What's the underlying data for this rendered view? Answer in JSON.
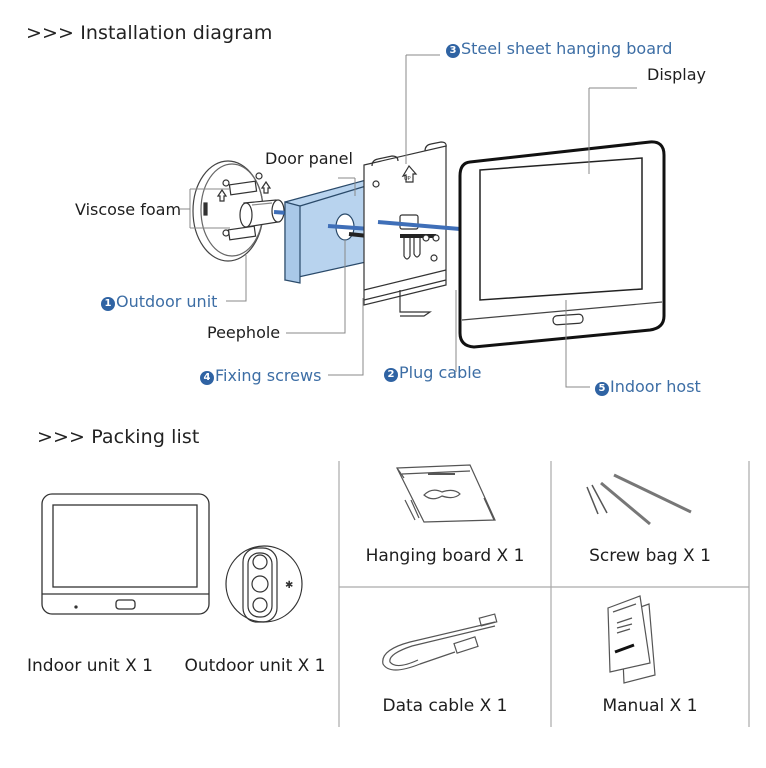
{
  "installation": {
    "title": ">>> Installation diagram",
    "labels": {
      "steel_board": {
        "num": "3",
        "text": "Steel sheet hanging board"
      },
      "display": "Display",
      "door_panel": "Door panel",
      "viscose_foam": "Viscose foam",
      "outdoor_unit": {
        "num": "1",
        "text": "Outdoor unit"
      },
      "peephole": "Peephole",
      "fixing_screws": {
        "num": "4",
        "text": "Fixing screws"
      },
      "plug_cable": {
        "num": "2",
        "text": "Plug cable"
      },
      "indoor_host": {
        "num": "5",
        "text": "Indoor host"
      }
    },
    "up_arrow_text": "UP",
    "colors": {
      "accent_blue": "#3d6ea5",
      "badge_blue": "#2f63a3",
      "door_fill": "#b8d3ee",
      "cable_blue": "#3f6fb8"
    }
  },
  "packing": {
    "title": ">>> Packing list",
    "items": [
      {
        "label": "Indoor unit X 1",
        "icon": "indoor-unit-icon"
      },
      {
        "label": "Outdoor unit X 1",
        "icon": "outdoor-unit-icon"
      },
      {
        "label": "Hanging board X 1",
        "icon": "hanging-board-icon"
      },
      {
        "label": "Screw bag X 1",
        "icon": "screw-bag-icon"
      },
      {
        "label": "Data cable X 1",
        "icon": "data-cable-icon"
      },
      {
        "label": "Manual X 1",
        "icon": "manual-icon"
      }
    ]
  }
}
